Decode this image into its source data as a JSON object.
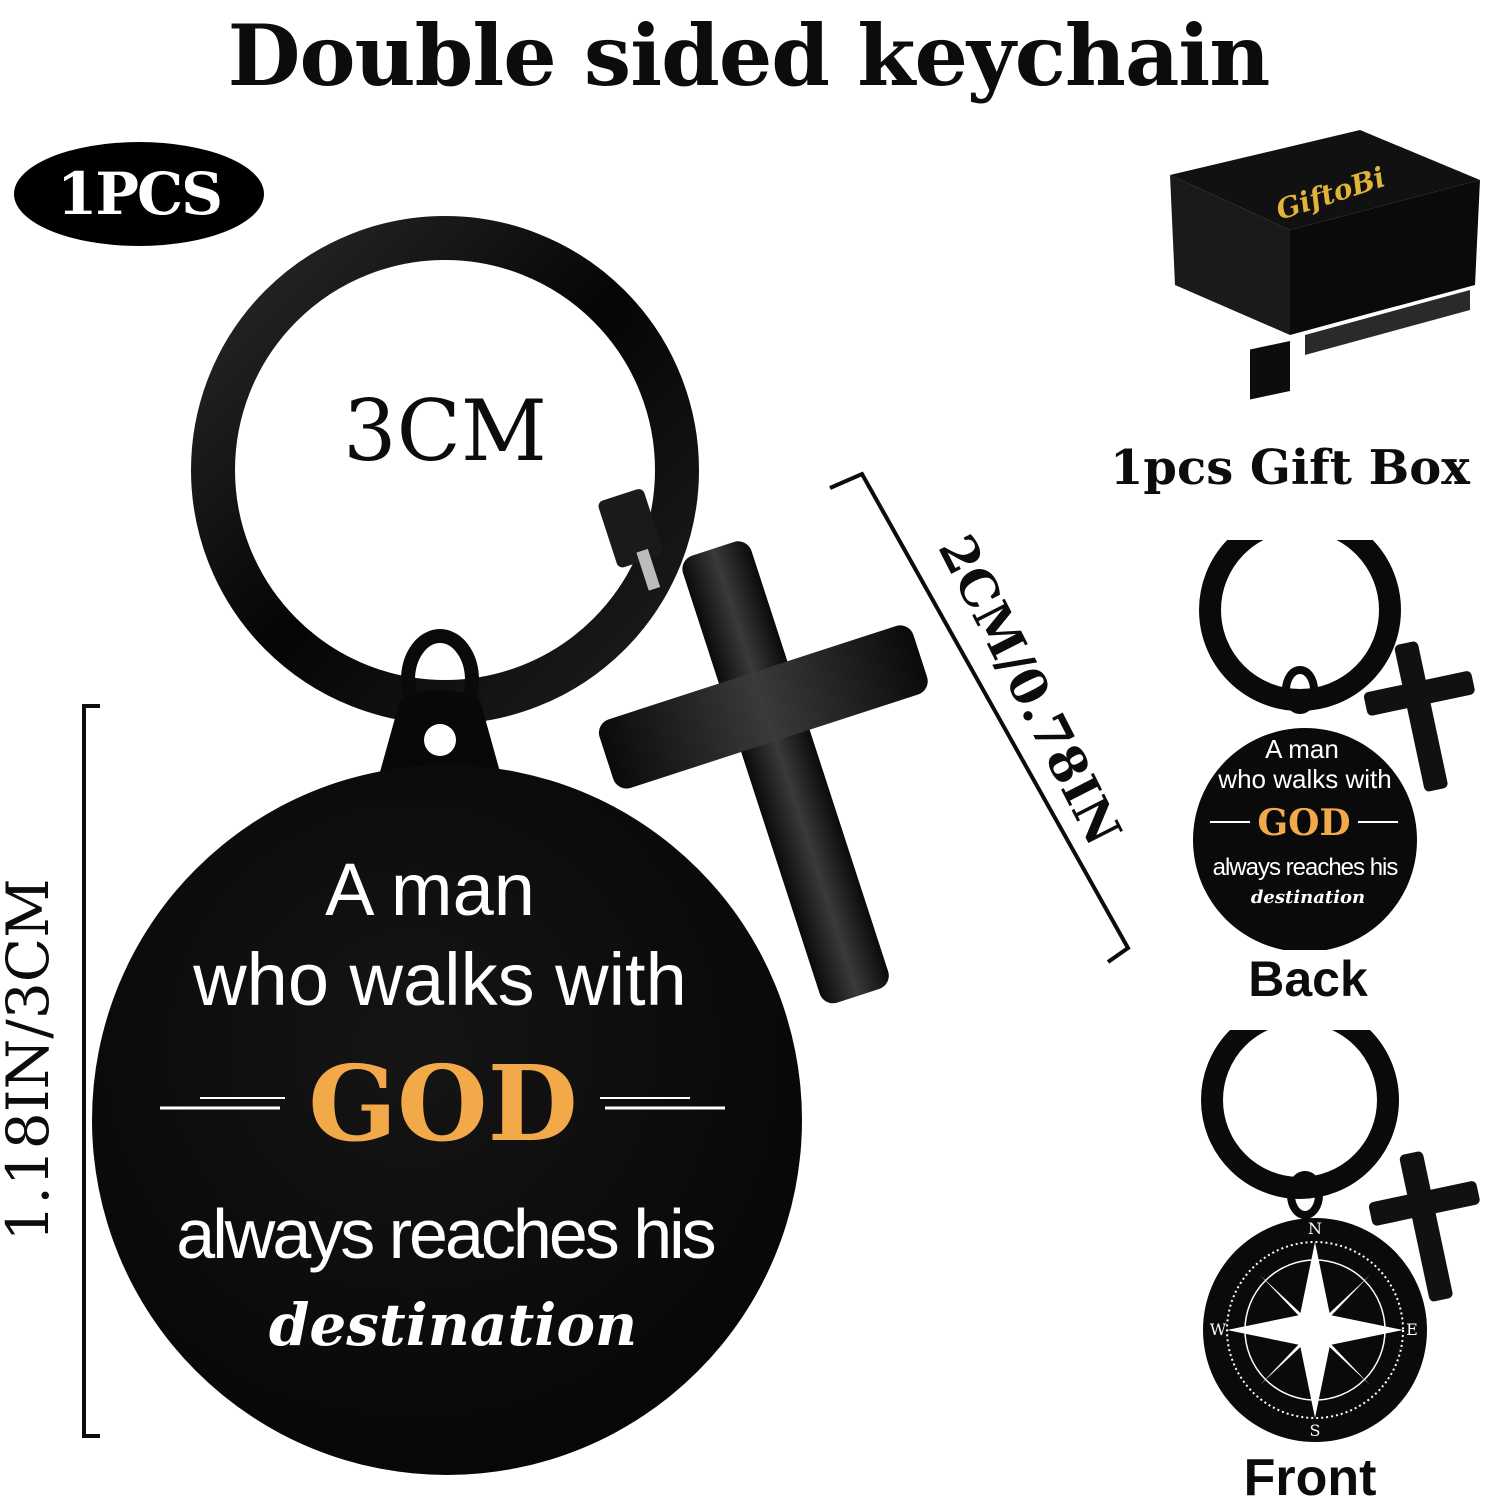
{
  "title": "Double sided keychain",
  "badge": "1PCS",
  "dimensions": {
    "ring": "3CM",
    "height": "1.18IN/3CM",
    "cross": "2CM/0.78IN"
  },
  "gift_box": {
    "label": "1pcs Gift Box",
    "brand_logo": "GiftoBi"
  },
  "engraving": {
    "line1": "A man",
    "line2": "who walks with",
    "line3": "GOD",
    "line4": "always reaches his",
    "line5": "destination"
  },
  "views": {
    "back": "Back",
    "front": "Front"
  },
  "compass": {
    "n": "N",
    "e": "E",
    "s": "S",
    "w": "W"
  },
  "colors": {
    "metal": "#0b0b0b",
    "god_text": "#f2a94a",
    "engraving": "#ffffff",
    "logo_gold": "#e0b33b"
  }
}
